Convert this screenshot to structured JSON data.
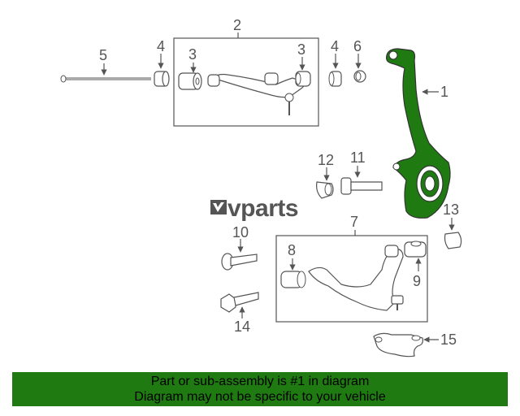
{
  "diagram": {
    "logo_text": "vparts",
    "callouts": {
      "c1": "1",
      "c2": "2",
      "c3a": "3",
      "c3b": "3",
      "c4a": "4",
      "c4b": "4",
      "c5": "5",
      "c6": "6",
      "c7": "7",
      "c8": "8",
      "c9": "9",
      "c10": "10",
      "c11": "11",
      "c12": "12",
      "c13": "13",
      "c14": "14",
      "c15": "15"
    },
    "colors": {
      "highlight": "#1f7a12",
      "line": "#555555",
      "part_fill": "#ffffff"
    }
  },
  "footer": {
    "line1": "Part or sub-assembly is #1 in diagram",
    "line2": "Diagram may not be specific to your vehicle"
  }
}
